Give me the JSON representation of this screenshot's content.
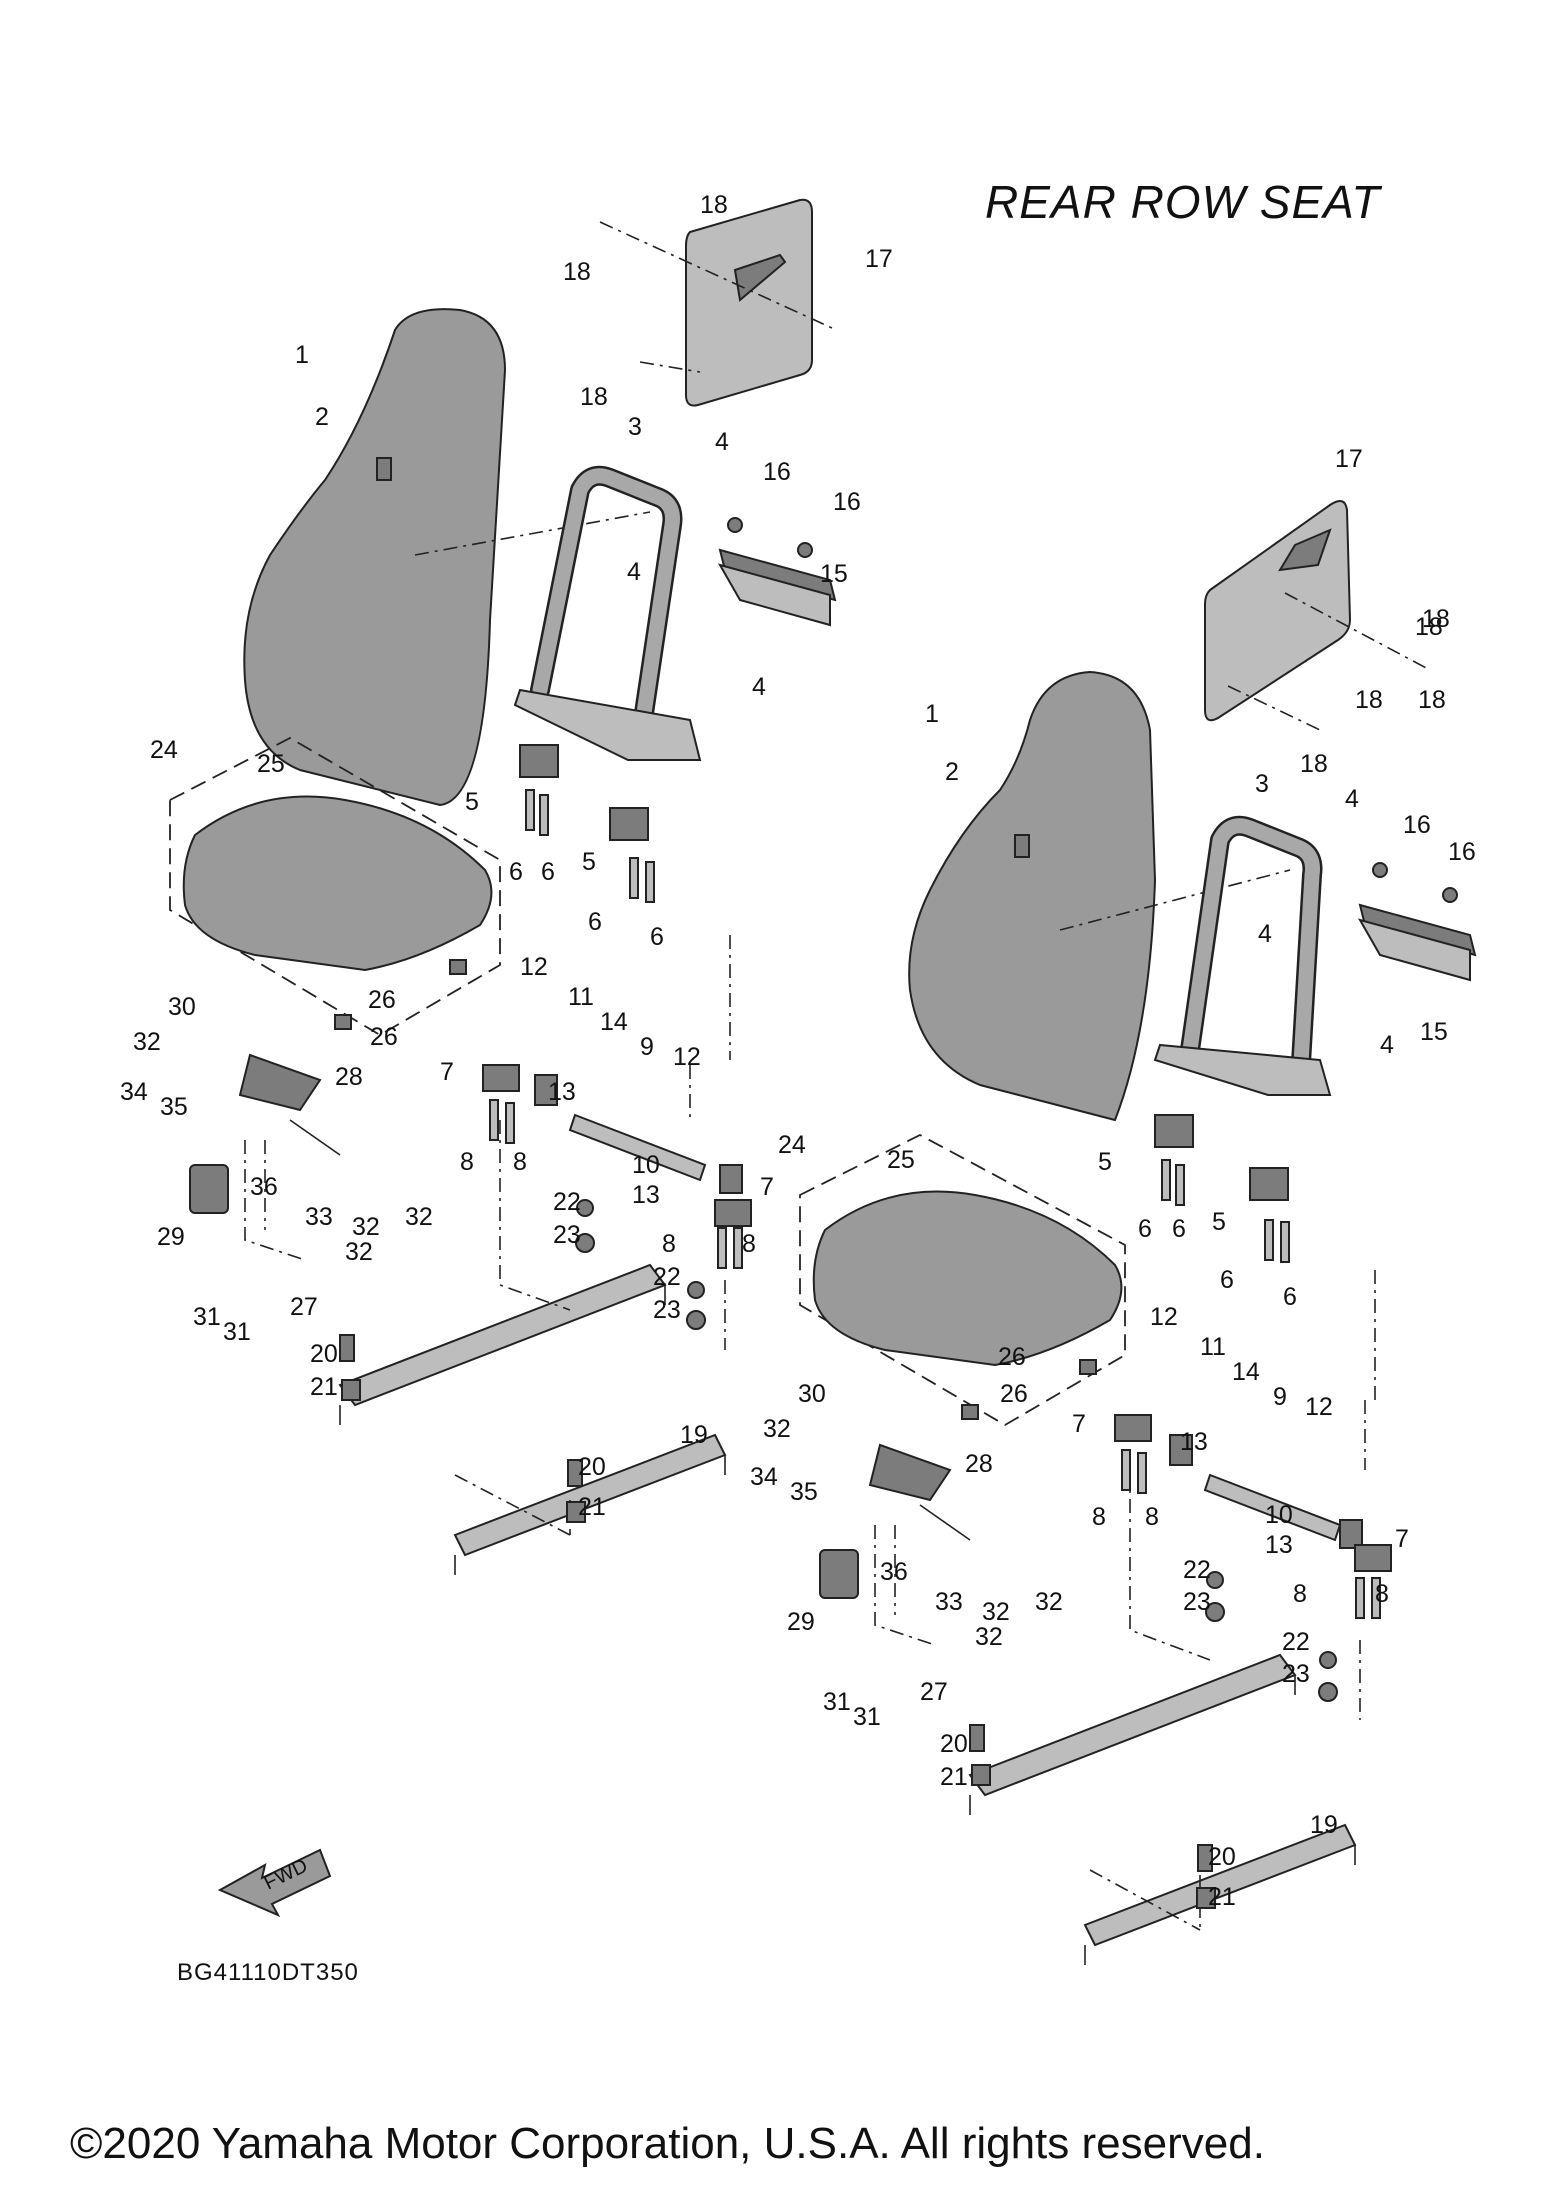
{
  "title": "REAR ROW SEAT",
  "diagram_code": "BG41110DT350",
  "copyright": "©2020 Yamaha Motor Corporation, U.S.A. All rights reserved.",
  "fwd_label": "FWD",
  "callouts_left": [
    "1",
    "2",
    "3",
    "4",
    "4",
    "4",
    "5",
    "5",
    "6",
    "6",
    "6",
    "6",
    "7",
    "7",
    "8",
    "8",
    "8",
    "8",
    "9",
    "10",
    "11",
    "12",
    "12",
    "13",
    "13",
    "14",
    "15",
    "16",
    "16",
    "17",
    "18",
    "18",
    "18",
    "18",
    "19",
    "20",
    "20",
    "21",
    "21",
    "22",
    "22",
    "23",
    "23",
    "24",
    "25",
    "26",
    "26",
    "27",
    "28",
    "29",
    "30",
    "31",
    "31",
    "32",
    "32",
    "32",
    "32",
    "33",
    "34",
    "35",
    "36"
  ],
  "callouts_right": [
    "1",
    "2",
    "3",
    "4",
    "4",
    "4",
    "5",
    "5",
    "6",
    "6",
    "6",
    "6",
    "7",
    "7",
    "8",
    "8",
    "8",
    "8",
    "9",
    "10",
    "11",
    "12",
    "12",
    "13",
    "13",
    "14",
    "15",
    "16",
    "16",
    "17",
    "18",
    "18",
    "18",
    "18",
    "19",
    "20",
    "20",
    "21",
    "21",
    "22",
    "22",
    "23",
    "23",
    "24",
    "25",
    "26",
    "26",
    "27",
    "28",
    "29",
    "30",
    "31",
    "31",
    "32",
    "32",
    "32",
    "32",
    "33",
    "34",
    "35",
    "36"
  ]
}
